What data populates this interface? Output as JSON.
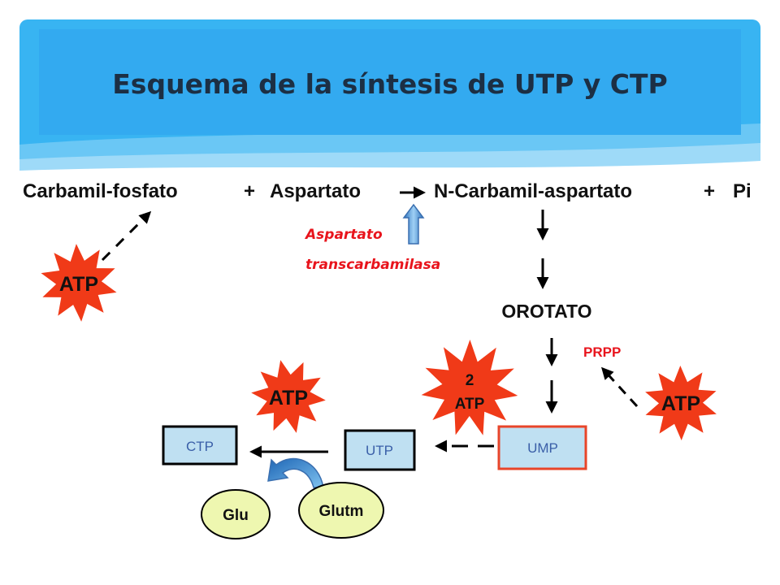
{
  "title": "Esquema de la síntesis de UTP y CTP",
  "equation": {
    "reactant_1": "Carbamil-fosfato",
    "plus_1": "+",
    "reactant_2": "Aspartato",
    "product_1": "N-Carbamil-aspartato",
    "plus_2": "+",
    "product_2": "Pi"
  },
  "enzyme": {
    "line_1": "Aspartato",
    "line_2": "transcarbamilasa"
  },
  "orotato": "OROTATO",
  "prpp": "PRPP",
  "atp_bursts": {
    "left": "ATP",
    "two_atp_line_1": "2",
    "two_atp_line_2": "ATP",
    "right": "ATP",
    "ctp": "ATP"
  },
  "boxes": {
    "ump": "UMP",
    "utp": "UTP",
    "ctp": "CTP"
  },
  "ellipses": {
    "glu": "Glu",
    "glutm": "Glutm"
  },
  "colors": {
    "header_blue": "#38b4f2",
    "burst_red": "#f03a18",
    "enzyme_red": "#e8141c",
    "box_fill": "#bfe0f2",
    "ellipse_fill": "#eef7b0"
  }
}
